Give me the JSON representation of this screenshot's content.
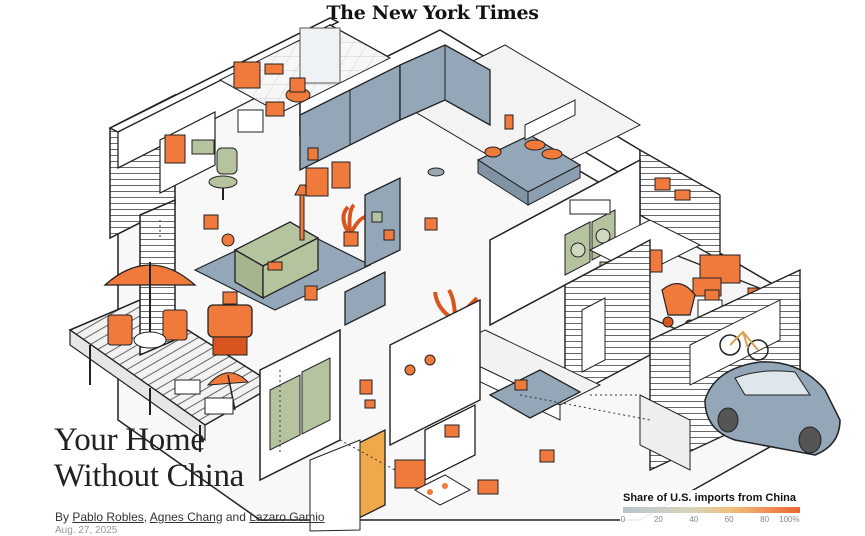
{
  "masthead": "The New York Times",
  "headline": [
    "Your Home",
    "Without China"
  ],
  "byline": {
    "prefix": "By",
    "authors": [
      "Pablo Robles",
      "Agnes Chang",
      "Lazaro Gamio"
    ],
    "separator": ",",
    "conjunction": "and"
  },
  "date": "Aug. 27, 2025",
  "legend": {
    "title": "Share of U.S. imports from China",
    "ticks": [
      "0",
      "20",
      "40",
      "60",
      "80",
      "100%"
    ],
    "colors": [
      "#b7c4d0",
      "#c8cfc6",
      "#d9d3b6",
      "#efc07f",
      "#f1935a",
      "#e8662f"
    ]
  },
  "palette": {
    "orange": "#f07a3c",
    "orange_dark": "#d9551f",
    "blue_gray": "#93a7b8",
    "sage": "#b5c39f",
    "outline": "#222222"
  },
  "icons": [
    "house-illustration",
    "patio-umbrella-icon",
    "sofa-icon",
    "bed-icon",
    "car-icon",
    "stroller-icon",
    "bicycle-icon",
    "washing-machine-icon",
    "grill-icon",
    "plant-icon"
  ]
}
